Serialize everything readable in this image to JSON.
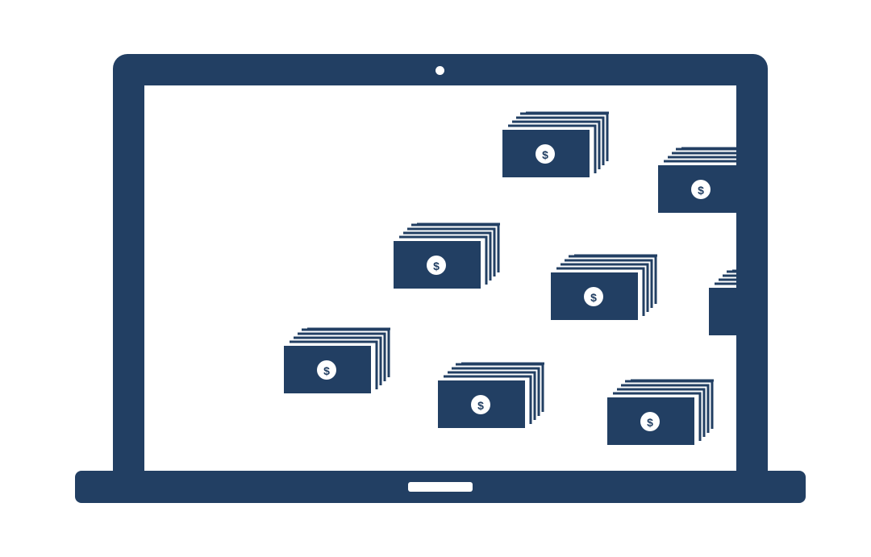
{
  "colors": {
    "navy": "#223f63",
    "background": "#ffffff"
  },
  "icons": {
    "device": "laptop-icon",
    "money": "cash-stack-icon",
    "coin": "dollar-sign-icon"
  },
  "bill_symbol": "$",
  "bill_stacks": [
    {
      "id": "stack-1"
    },
    {
      "id": "stack-2"
    },
    {
      "id": "stack-3"
    },
    {
      "id": "stack-4"
    },
    {
      "id": "stack-5"
    },
    {
      "id": "stack-6"
    },
    {
      "id": "stack-7"
    },
    {
      "id": "stack-8"
    },
    {
      "id": "stack-9"
    }
  ]
}
